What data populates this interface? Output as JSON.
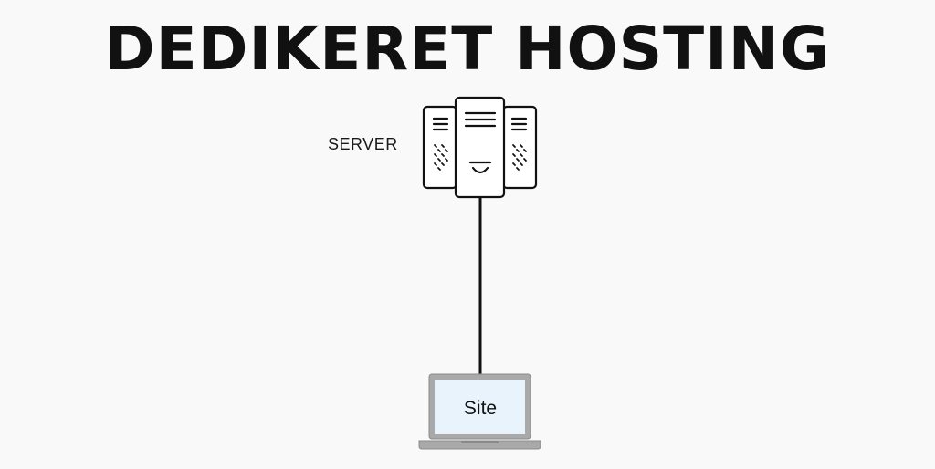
{
  "title": "DEDIKERET HOSTING",
  "server": {
    "label": "SERVER",
    "icon": "server-rack-icon"
  },
  "client": {
    "label": "Site",
    "icon": "laptop-icon",
    "screen_color": "#e8f3fb"
  },
  "colors": {
    "background": "#f9f9f9",
    "stroke": "#111111",
    "laptop_body": "#a9a9a9"
  }
}
